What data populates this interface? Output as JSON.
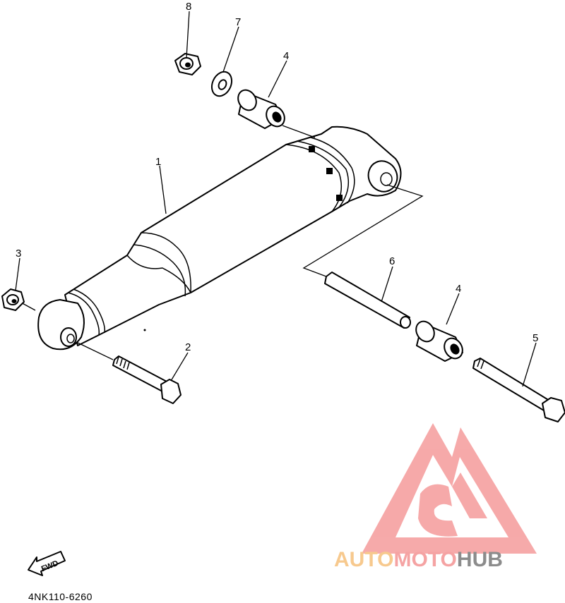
{
  "callouts": {
    "c1": "1",
    "c2": "2",
    "c3": "3",
    "c4a": "4",
    "c4b": "4",
    "c5": "5",
    "c6": "6",
    "c7": "7",
    "c8": "8"
  },
  "diagram_code": "4NK110-6260",
  "fwd_label": "FWD",
  "watermark": {
    "part1": "AUTO",
    "part2": "MOTO",
    "part3": "HUB",
    "color_auto": "#f7c98e",
    "color_moto": "#f5a3a3",
    "color_hub": "#8c8c8c",
    "logo_color": "#f6a5a5"
  }
}
